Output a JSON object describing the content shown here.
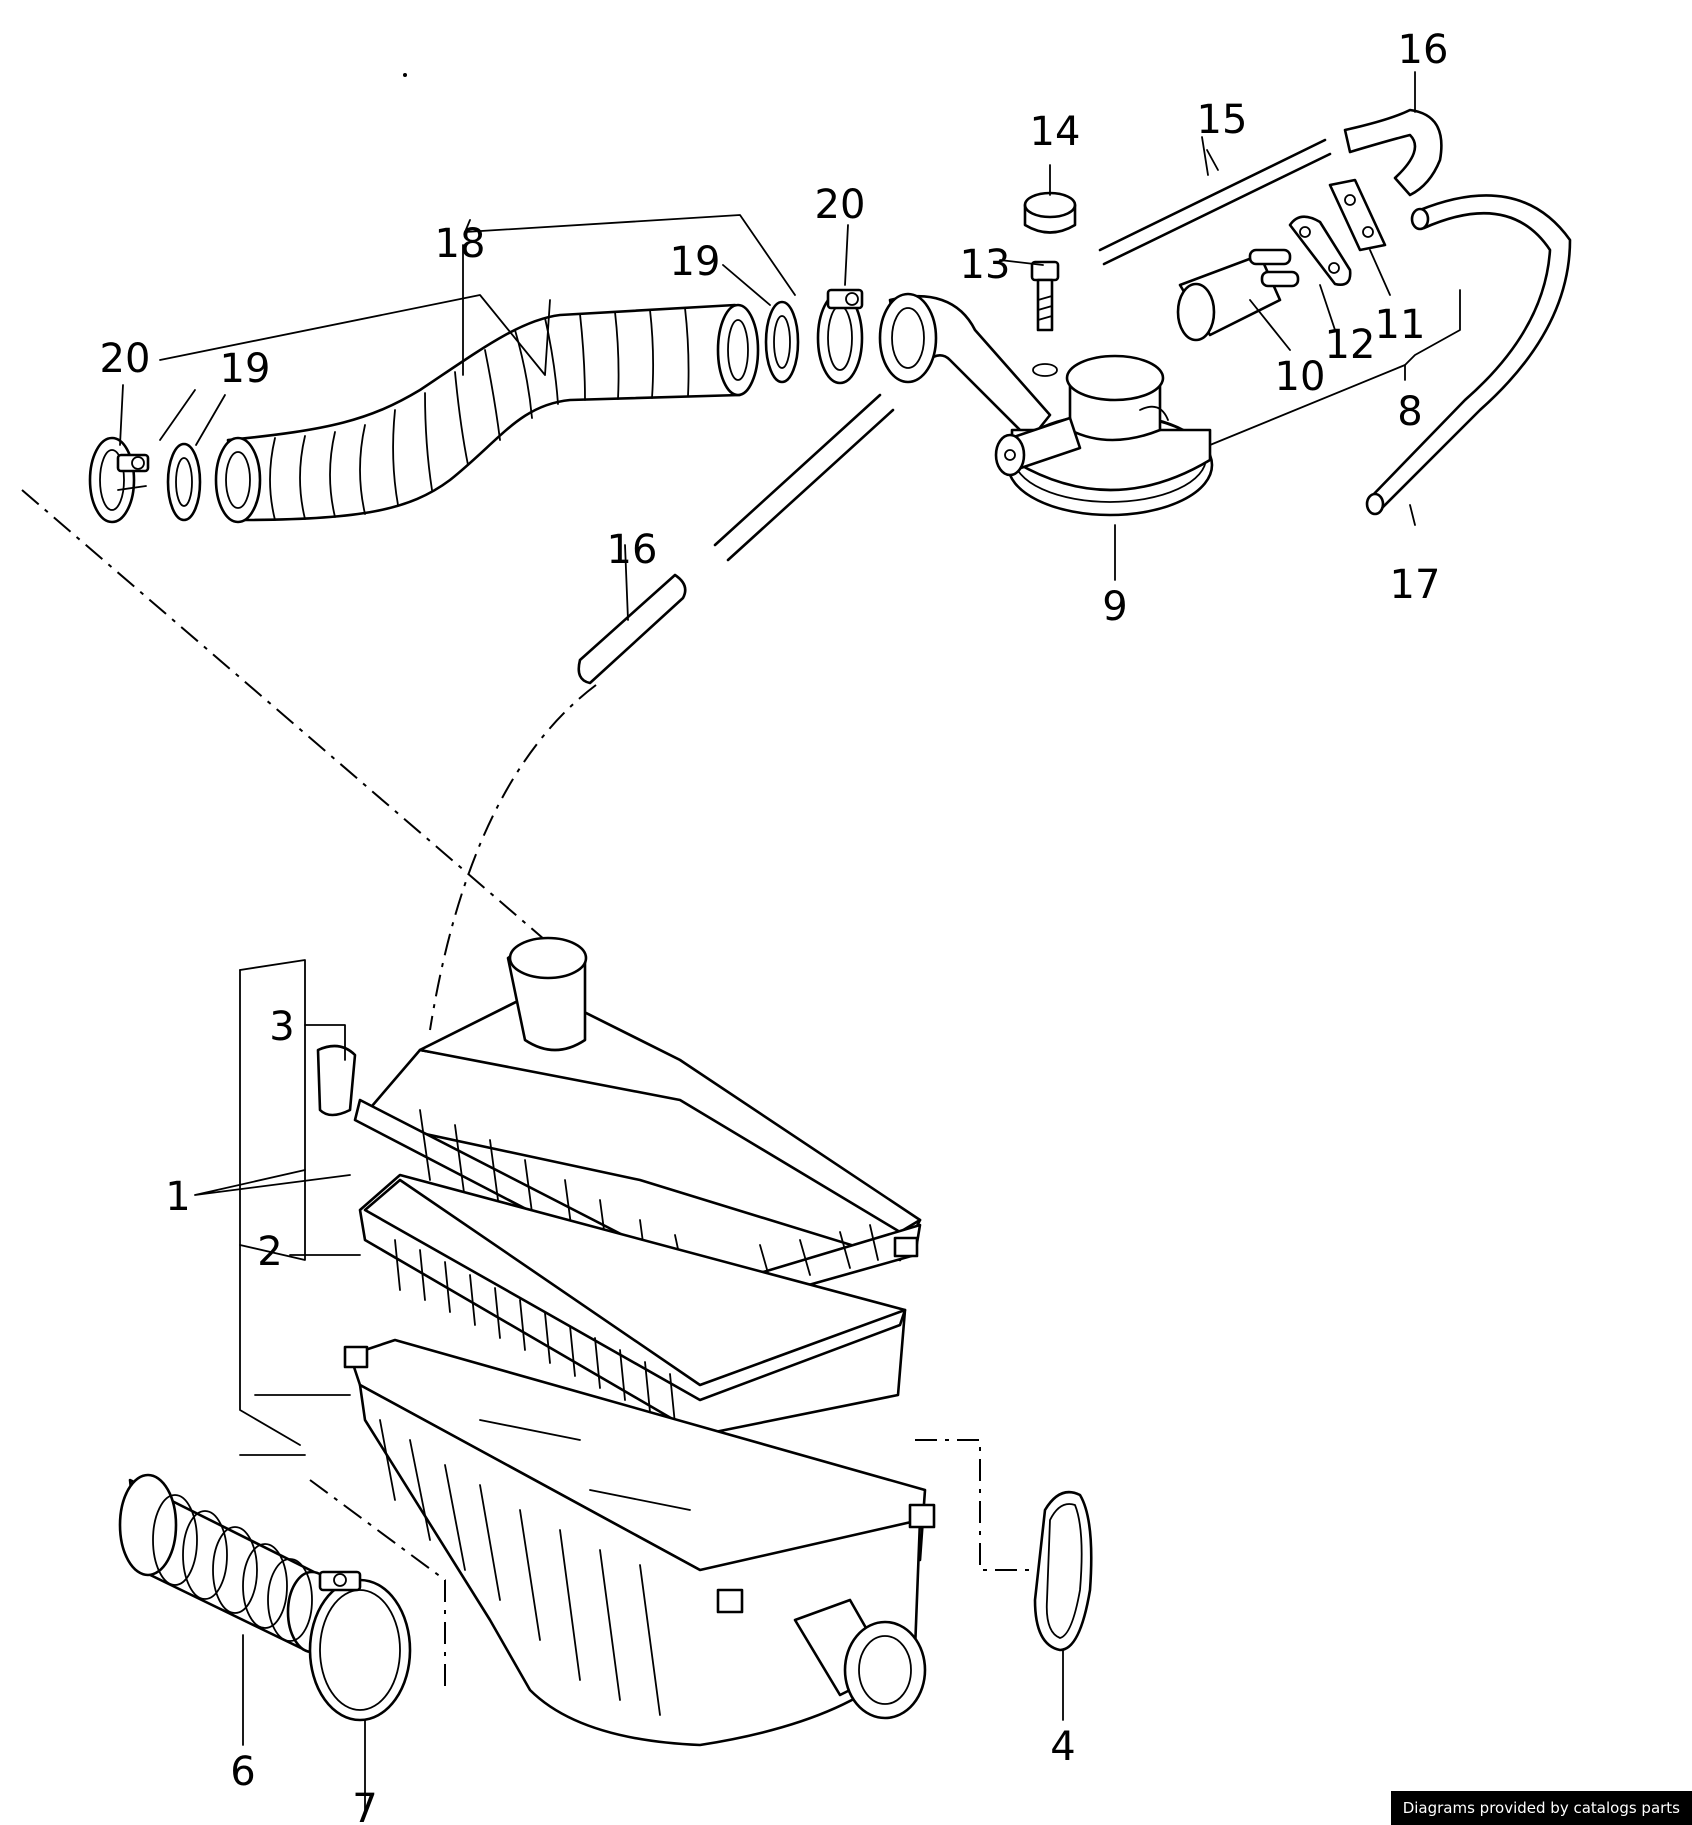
{
  "labels": {
    "l1": "1",
    "l2": "2",
    "l3": "3",
    "l4": "4",
    "l6": "6",
    "l7": "7",
    "l8": "8",
    "l9": "9",
    "l10": "10",
    "l11": "11",
    "l12": "12",
    "l13": "13",
    "l14": "14",
    "l15": "15",
    "l16a": "16",
    "l16b": "16",
    "l17": "17",
    "l18": "18",
    "l19a": "19",
    "l19b": "19",
    "l20a": "20",
    "l20b": "20"
  },
  "credit": "Diagrams provided by catalogs parts"
}
